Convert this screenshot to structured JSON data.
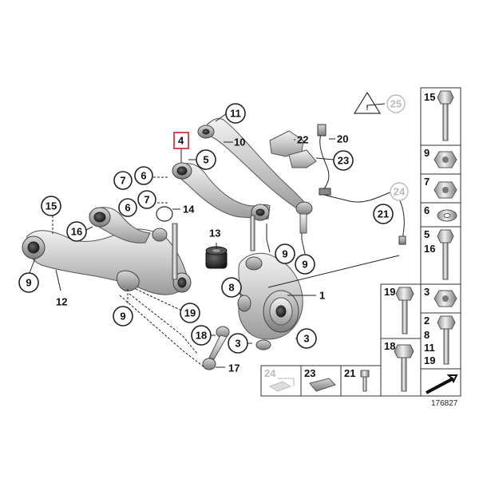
{
  "diagram": {
    "document_number": "176827",
    "callouts": {
      "c11": "11",
      "c10": "10",
      "c4": "4",
      "c5": "5",
      "c22": "22",
      "c20": "20",
      "c23": "23",
      "c25": "25",
      "c24": "24",
      "c21": "21",
      "c7a": "7",
      "c6a": "6",
      "c6b": "6",
      "c7b": "7",
      "c14": "14",
      "c15": "15",
      "c16": "16",
      "c13": "13",
      "c9a": "9",
      "c9b": "9",
      "c9c": "9",
      "c9d": "9",
      "c8": "8",
      "c1": "1",
      "c12": "12",
      "c19": "19",
      "c18": "18",
      "c17": "17",
      "c3a": "3",
      "c3b": "3"
    },
    "hardware_panel": {
      "t15": "15",
      "t9": "9",
      "t7": "7",
      "t6": "6",
      "t5": "5",
      "t16": "16",
      "t3": "3",
      "t19": "19",
      "t2": "2",
      "t8": "8",
      "t11": "11",
      "t19b": "19",
      "t18": "18"
    },
    "bottom_strip": {
      "b24": "24",
      "b23": "23",
      "b21": "21"
    }
  }
}
